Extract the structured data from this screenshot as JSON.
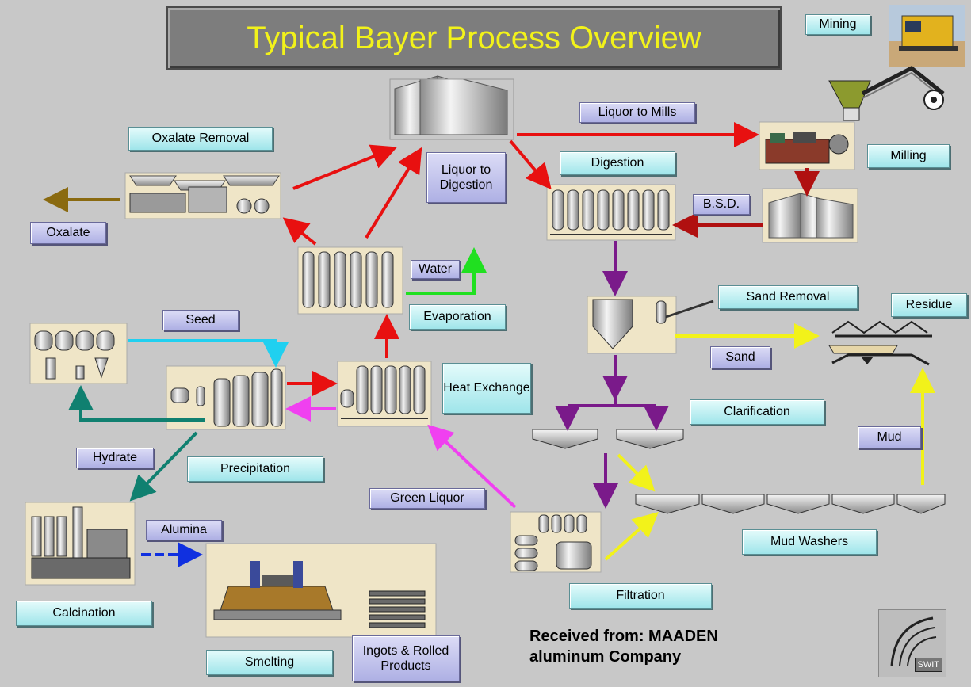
{
  "title": "Typical Bayer Process Overview",
  "credit": {
    "line1": "Received from: MAADEN",
    "line2": "aluminum Company"
  },
  "logo_text": "SWIT",
  "labels": {
    "mining": "Mining",
    "liquor_to_mills": "Liquor to Mills",
    "milling": "Milling",
    "oxalate_removal": "Oxalate Removal",
    "liquor_to_digestion": "Liquor to Digestion",
    "digestion": "Digestion",
    "bsd": "B.S.D.",
    "oxalate": "Oxalate",
    "water": "Water",
    "evaporation": "Evaporation",
    "sand_removal": "Sand Removal",
    "residue": "Residue",
    "seed": "Seed",
    "sand": "Sand",
    "heat_exchange": "Heat Exchange",
    "clarification": "Clarification",
    "mud": "Mud",
    "hydrate": "Hydrate",
    "precipitation": "Precipitation",
    "green_liquor": "Green Liquor",
    "alumina": "Alumina",
    "mud_washers": "Mud Washers",
    "filtration": "Filtration",
    "calcination": "Calcination",
    "smelting": "Smelting",
    "ingots": "Ingots & Rolled Products"
  },
  "colors": {
    "background": "#c8c8c8",
    "title_text": "#f2f21a",
    "liquor_flow": "#e81010",
    "slurry_flow": "#7a1a8a",
    "sand_mud_flow": "#f2f21a",
    "seed_flow": "#20d0f0",
    "hydrate_flow": "#108070",
    "green_liquor_flow": "#f040f0",
    "water_flow": "#20e020",
    "alumina_flow": "#1030e0",
    "oxalate_flow": "#8a6a10",
    "bsd_flow": "#b01010"
  }
}
